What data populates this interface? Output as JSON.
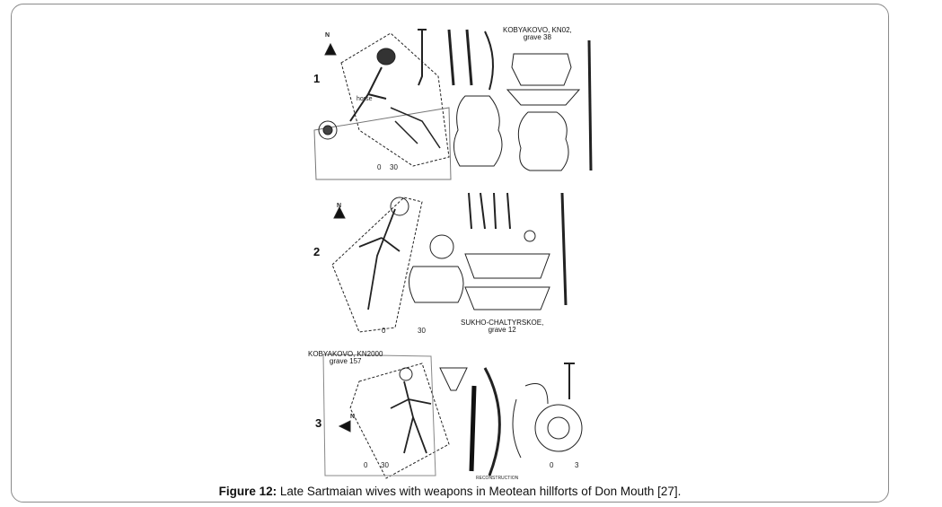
{
  "figure": {
    "label": "Figure 12:",
    "caption": "Late Sartmaian wives with weapons in Meotean hillforts of Don Mouth [27]."
  },
  "plate": {
    "panels": [
      {
        "number": "1",
        "site": "KOBYAKOVO, KN02,",
        "grave": "grave 38",
        "scale_0": "0",
        "scale_1": "30",
        "note": "horse"
      },
      {
        "number": "2",
        "site": "SUKHO-CHALTYRSKOE,",
        "grave": "grave 12",
        "scale_0": "0",
        "scale_1": "30"
      },
      {
        "number": "3",
        "site": "KOBYAKOVO, KN2000",
        "grave": "grave 157",
        "scale_0": "0",
        "scale_1": "30",
        "scale_2": "0",
        "scale_3": "3",
        "note": "RECONSTRUCTION"
      }
    ],
    "north": "N"
  }
}
